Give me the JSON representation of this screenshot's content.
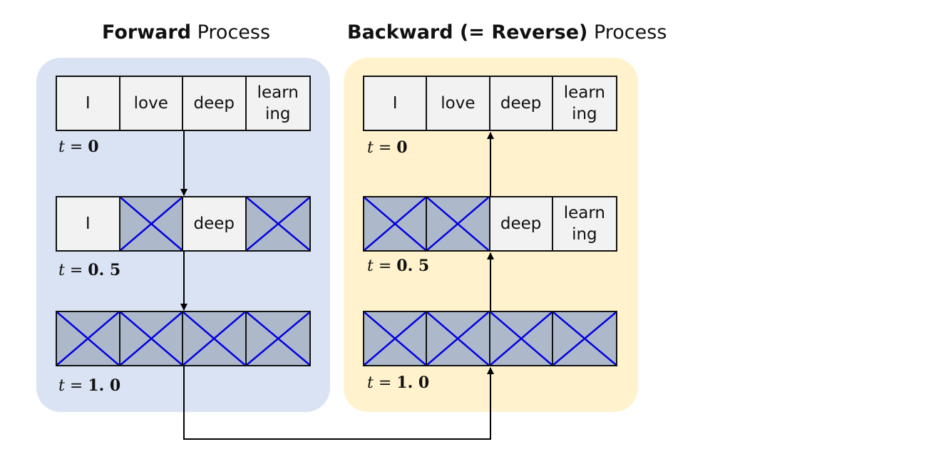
{
  "titles": {
    "forward_bold": "Forward",
    "forward_rest": " Process",
    "backward_bold": "Backward (= Reverse)",
    "backward_rest": " Process"
  },
  "forward": {
    "rows": [
      {
        "t_var": "t",
        "t_eq": " = ",
        "t_val": "0",
        "cells": [
          {
            "text": "I",
            "masked": false
          },
          {
            "text": "love",
            "masked": false
          },
          {
            "text": "deep",
            "masked": false
          },
          {
            "text": "learn\ning",
            "masked": false
          }
        ]
      },
      {
        "t_var": "t",
        "t_eq": " = ",
        "t_val": "0. 5",
        "cells": [
          {
            "text": "I",
            "masked": false
          },
          {
            "text": "",
            "masked": true
          },
          {
            "text": "deep",
            "masked": false
          },
          {
            "text": "",
            "masked": true
          }
        ]
      },
      {
        "t_var": "t",
        "t_eq": " = ",
        "t_val": "1. 0",
        "cells": [
          {
            "text": "",
            "masked": true
          },
          {
            "text": "",
            "masked": true
          },
          {
            "text": "",
            "masked": true
          },
          {
            "text": "",
            "masked": true
          }
        ]
      }
    ]
  },
  "backward": {
    "rows": [
      {
        "t_var": "t",
        "t_eq": " = ",
        "t_val": "0",
        "cells": [
          {
            "text": "I",
            "masked": false
          },
          {
            "text": "love",
            "masked": false
          },
          {
            "text": "deep",
            "masked": false
          },
          {
            "text": "learn\ning",
            "masked": false
          }
        ]
      },
      {
        "t_var": "t",
        "t_eq": " = ",
        "t_val": "0. 5",
        "cells": [
          {
            "text": "",
            "masked": true
          },
          {
            "text": "",
            "masked": true
          },
          {
            "text": "deep",
            "masked": false
          },
          {
            "text": "learn\ning",
            "masked": false
          }
        ]
      },
      {
        "t_var": "t",
        "t_eq": " = ",
        "t_val": "1. 0",
        "cells": [
          {
            "text": "",
            "masked": true
          },
          {
            "text": "",
            "masked": true
          },
          {
            "text": "",
            "masked": true
          },
          {
            "text": "",
            "masked": true
          }
        ]
      }
    ]
  },
  "colors": {
    "forward_panel": "#dae3f3",
    "backward_panel": "#fff2cc",
    "token_cell": "#f2f2f2",
    "masked_cell": "#adb9ca",
    "mask_cross": "#0000e0",
    "arrow": "#000000"
  },
  "icons": {
    "mask": "x-cross-icon"
  }
}
